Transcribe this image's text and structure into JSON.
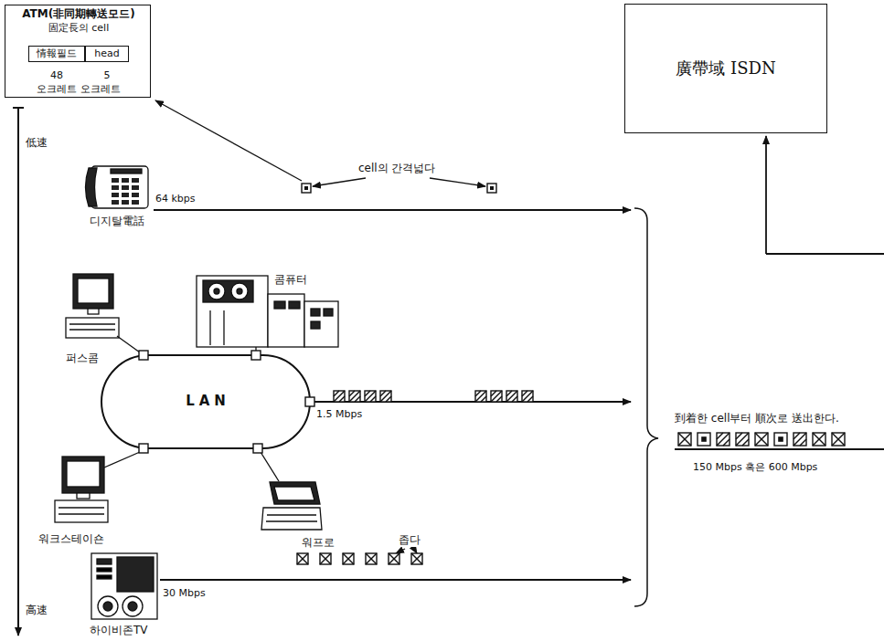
{
  "diagram": {
    "nodes": [
      {
        "text": [
          "ATM(非同期轉送모드)",
          "固定長의 cell",
          "48",
          "5",
          "오크레트 오크레트"
        ]
      },
      {
        "text": [
          "情報필드"
        ],
        "in": 0
      },
      {
        "text": [
          "head"
        ],
        "in": 0
      },
      {
        "text": [
          "廣帶域 ISDN"
        ]
      },
      {
        "text": [
          "LAN"
        ]
      }
    ],
    "labels": [
      "cell의 간격넓다",
      "低速",
      "高速",
      "64 kbps",
      "디지탈電話",
      "콤퓨터",
      "퍼스콤",
      "워크스테이숀",
      "워프로",
      "1.5 Mbps",
      "30 Mbps",
      "좁다",
      "하이비존TV",
      "到着한 cell부터 順次로 送出한다.",
      "150 Mbps 혹은 600 Mbps"
    ]
  }
}
